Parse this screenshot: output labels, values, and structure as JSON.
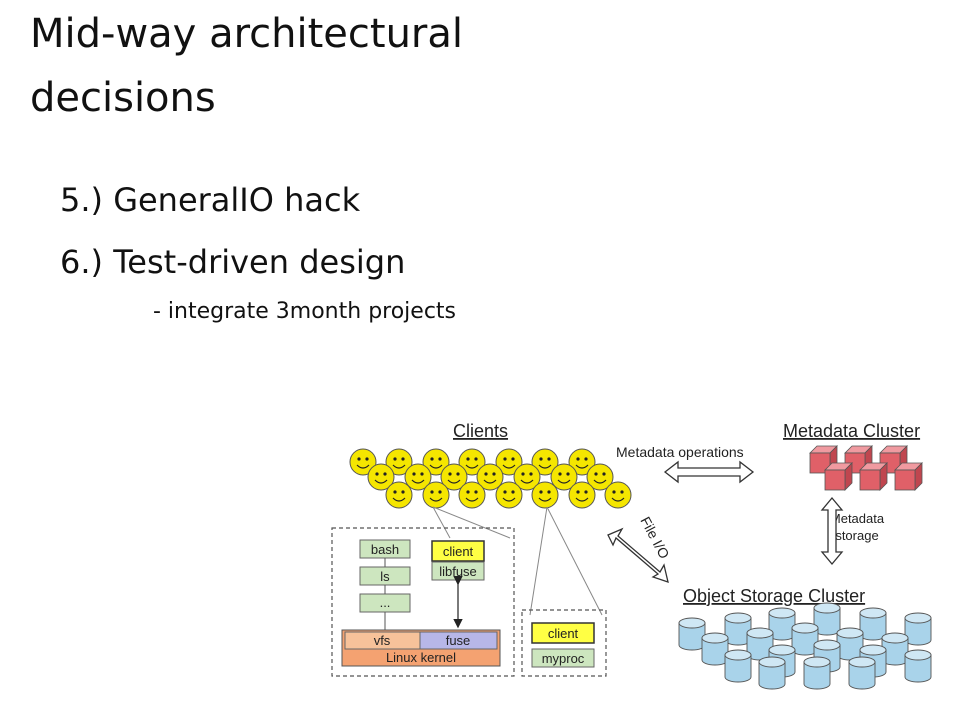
{
  "slide": {
    "title": "Mid-way architectural decisions",
    "bullets": [
      "5.) GeneralIO hack",
      "6.) Test-driven design"
    ],
    "sub_bullet": "- integrate 3month projects"
  },
  "diagram": {
    "clients_label": "Clients",
    "metadata_cluster_label": "Metadata Cluster",
    "metadata_operations_label": "Metadata operations",
    "file_io_label": "File I/O",
    "metadata_storage_label_line1": "Metadata",
    "metadata_storage_label_line2": "storage",
    "object_storage_label": "Object Storage Cluster",
    "client_stack": {
      "bash": "bash",
      "ls": "ls",
      "dots": "...",
      "client": "client",
      "libfuse": "libfuse",
      "vfs": "vfs",
      "fuse": "fuse",
      "kernel": "Linux kernel"
    },
    "myproc_stack": {
      "client": "client",
      "myproc": "myproc"
    },
    "colors": {
      "smiley": "#f5e600",
      "metadata_cube": "#e06068",
      "storage_cylinder": "#a9d3ea",
      "kernel": "#f4a271",
      "fuse": "#b7b7e8",
      "user_box": "#cde6bf",
      "client_box": "#ffff44",
      "myproc_box": "#cde6bf"
    }
  }
}
